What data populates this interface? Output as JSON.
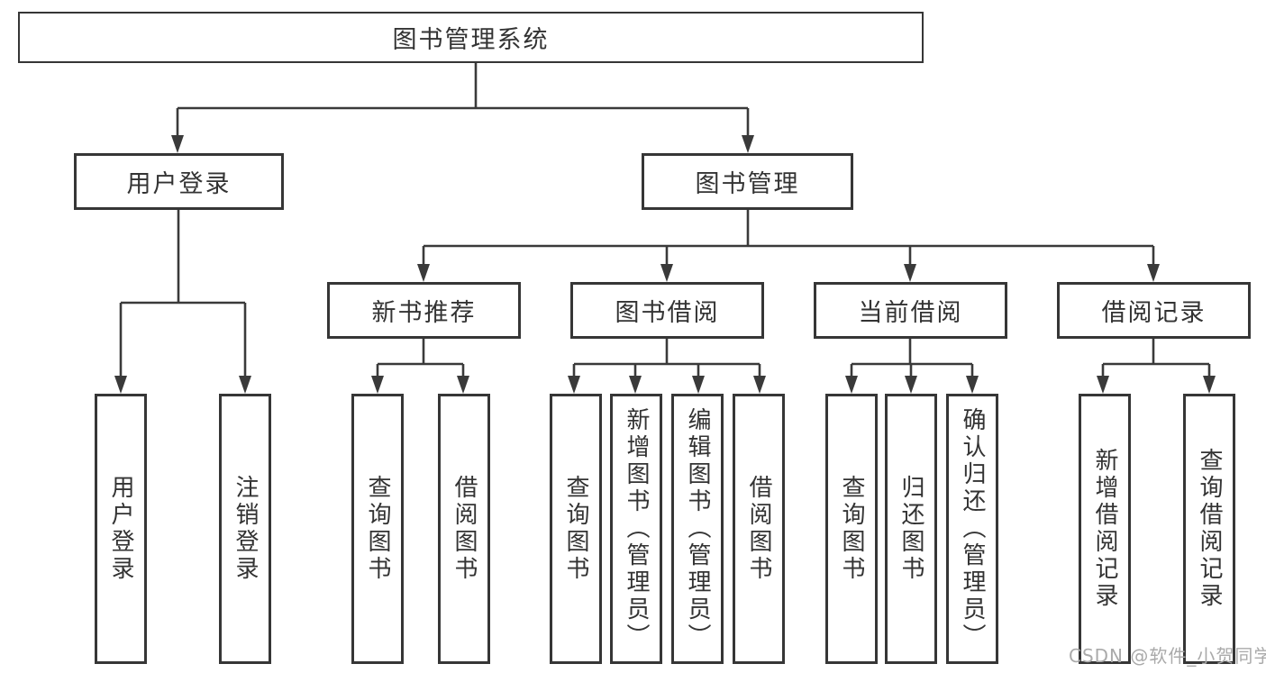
{
  "tree": {
    "label": "图书管理系统",
    "children": [
      {
        "label": "用户登录",
        "children": [
          {
            "label": "用户登录"
          },
          {
            "label": "注销登录"
          }
        ]
      },
      {
        "label": "图书管理",
        "children": [
          {
            "label": "新书推荐",
            "children": [
              {
                "label": "查询图书"
              },
              {
                "label": "借阅图书"
              }
            ]
          },
          {
            "label": "图书借阅",
            "children": [
              {
                "label": "查询图书"
              },
              {
                "label": "新增图书（管理员）"
              },
              {
                "label": "编辑图书（管理员）"
              },
              {
                "label": "借阅图书"
              }
            ]
          },
          {
            "label": "当前借阅",
            "children": [
              {
                "label": "查询图书"
              },
              {
                "label": "归还图书"
              },
              {
                "label": "确认归还（管理员）"
              }
            ]
          },
          {
            "label": "借阅记录",
            "children": [
              {
                "label": "新增借阅记录"
              },
              {
                "label": "查询借阅记录"
              }
            ]
          }
        ]
      }
    ]
  },
  "watermark": "CSDN @软件_小贺同学",
  "colors": {
    "line": "#3a3a3a",
    "box_border": "#363636",
    "text": "#333333",
    "background": "#ffffff",
    "watermark": "#aaaaaa"
  }
}
